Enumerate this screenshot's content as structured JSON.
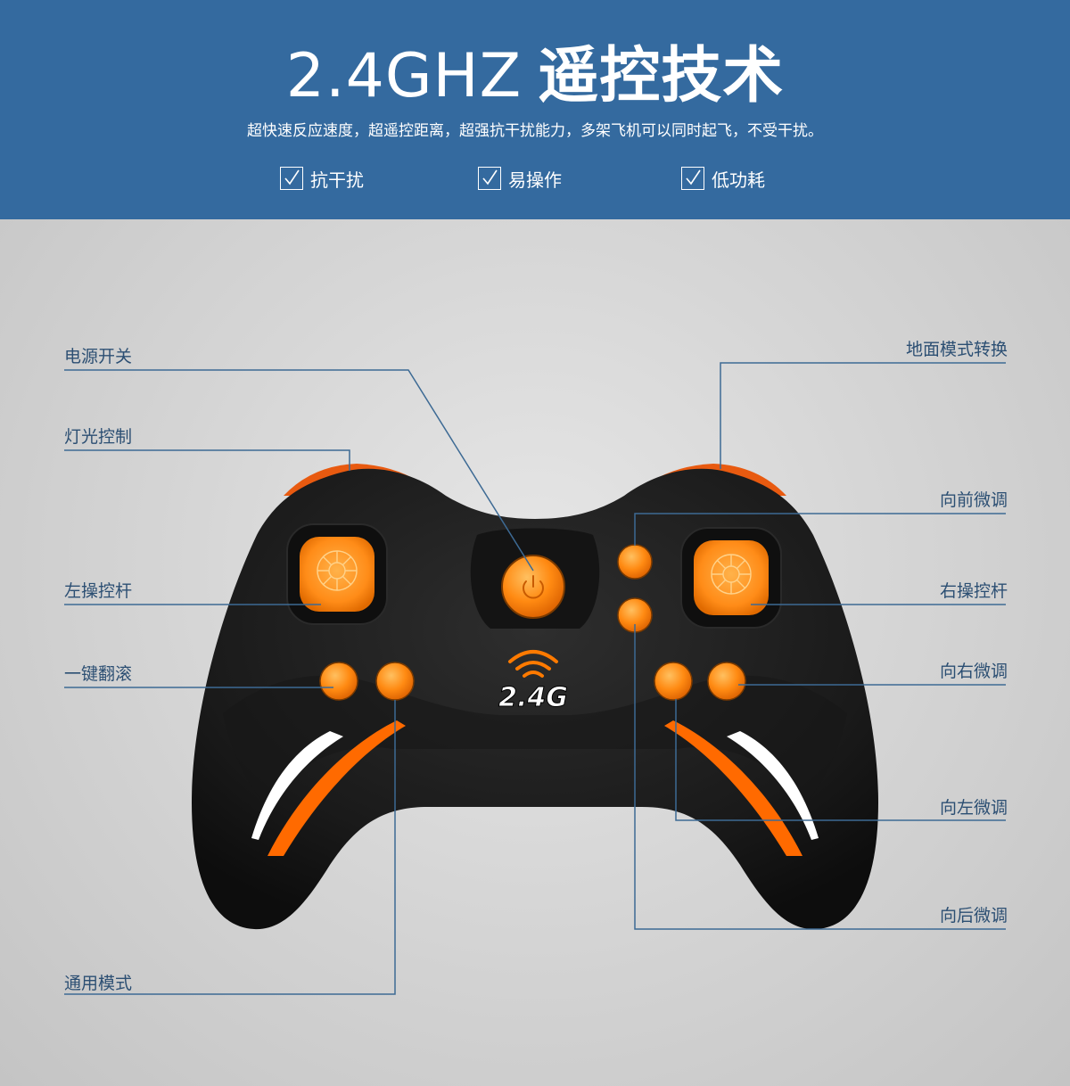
{
  "header": {
    "title_en": "2.4GHZ",
    "title_cn": "遥控技术",
    "subtitle": "超快速反应速度，超遥控距离，超强抗干扰能力，多架飞机可以同时起飞，不受干扰。",
    "features": [
      {
        "label": "抗干扰",
        "icon": "checkbox-icon"
      },
      {
        "label": "易操作",
        "icon": "checkbox-icon"
      },
      {
        "label": "低功耗",
        "icon": "checkbox-icon"
      }
    ]
  },
  "controller": {
    "logo_text": "2.4G",
    "colors": {
      "body": "#1c1c1c",
      "accent": "#ff7a00",
      "banner": "#346a9f",
      "line": "#3d6a94"
    }
  },
  "labels": {
    "power_switch": "电源开关",
    "light_control": "灯光控制",
    "left_stick": "左操控杆",
    "one_key_roll": "一键翻滚",
    "general_mode": "通用模式",
    "ground_mode_switch": "地面模式转换",
    "forward_trim": "向前微调",
    "right_stick": "右操控杆",
    "right_trim": "向右微调",
    "left_trim": "向左微调",
    "backward_trim": "向后微调"
  }
}
